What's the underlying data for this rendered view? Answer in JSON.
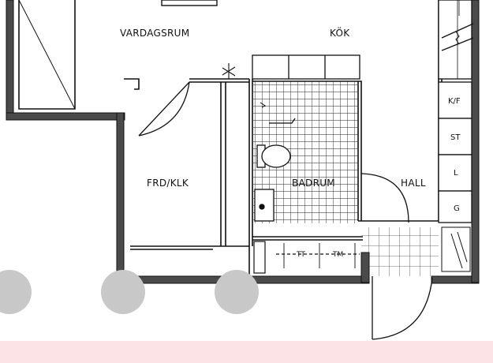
{
  "rooms": {
    "living": "VARDAGSRUM",
    "kitchen": "KÖK",
    "closet": "FRD/KLK",
    "bathroom": "BADRUM",
    "hall": "HALL"
  },
  "kitchen_units": [
    "K/F",
    "ST",
    "L",
    "G"
  ],
  "bath_fixtures": {
    "washer": "TT",
    "dryer": "TM"
  },
  "colors": {
    "wall": "#4a4a4a",
    "line": "#111111",
    "pink_band": "#fbe3e6",
    "dot": "#c8c8c8"
  },
  "overlay": {
    "dots_count": 3
  }
}
